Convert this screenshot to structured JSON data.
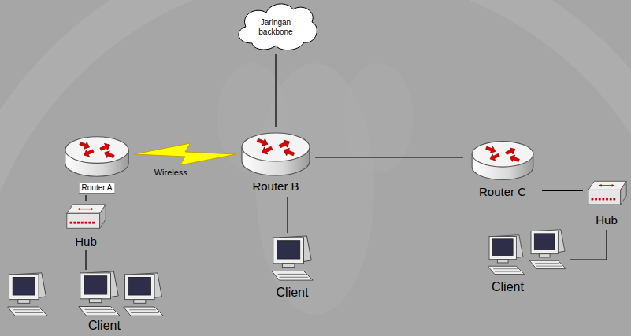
{
  "diagram": {
    "nodes": [
      {
        "text": [
          "Jaringan backbone"
        ]
      },
      {
        "text": [
          "Router A"
        ]
      },
      {
        "text": [
          "Router B"
        ]
      },
      {
        "text": [
          "Router C"
        ]
      },
      {
        "text": [
          "Hub"
        ]
      },
      {
        "text": [
          "Client"
        ]
      },
      {
        "text": [
          "Hub"
        ]
      },
      {
        "text": [
          "Client"
        ]
      },
      {
        "text": [
          "Client"
        ]
      }
    ],
    "edges": [
      {
        "from": 0,
        "to": 2,
        "arrow": "none"
      },
      {
        "from": 1,
        "to": 2,
        "label": "Wireless",
        "arrow": "none"
      },
      {
        "from": 2,
        "to": 3,
        "arrow": "none"
      },
      {
        "from": 1,
        "to": 4,
        "arrow": "none"
      },
      {
        "from": 4,
        "to": 7,
        "arrow": "none"
      },
      {
        "from": 2,
        "to": 5,
        "arrow": "none"
      },
      {
        "from": 3,
        "to": 6,
        "arrow": "none"
      },
      {
        "from": 6,
        "to": 8,
        "arrow": "none"
      }
    ]
  }
}
